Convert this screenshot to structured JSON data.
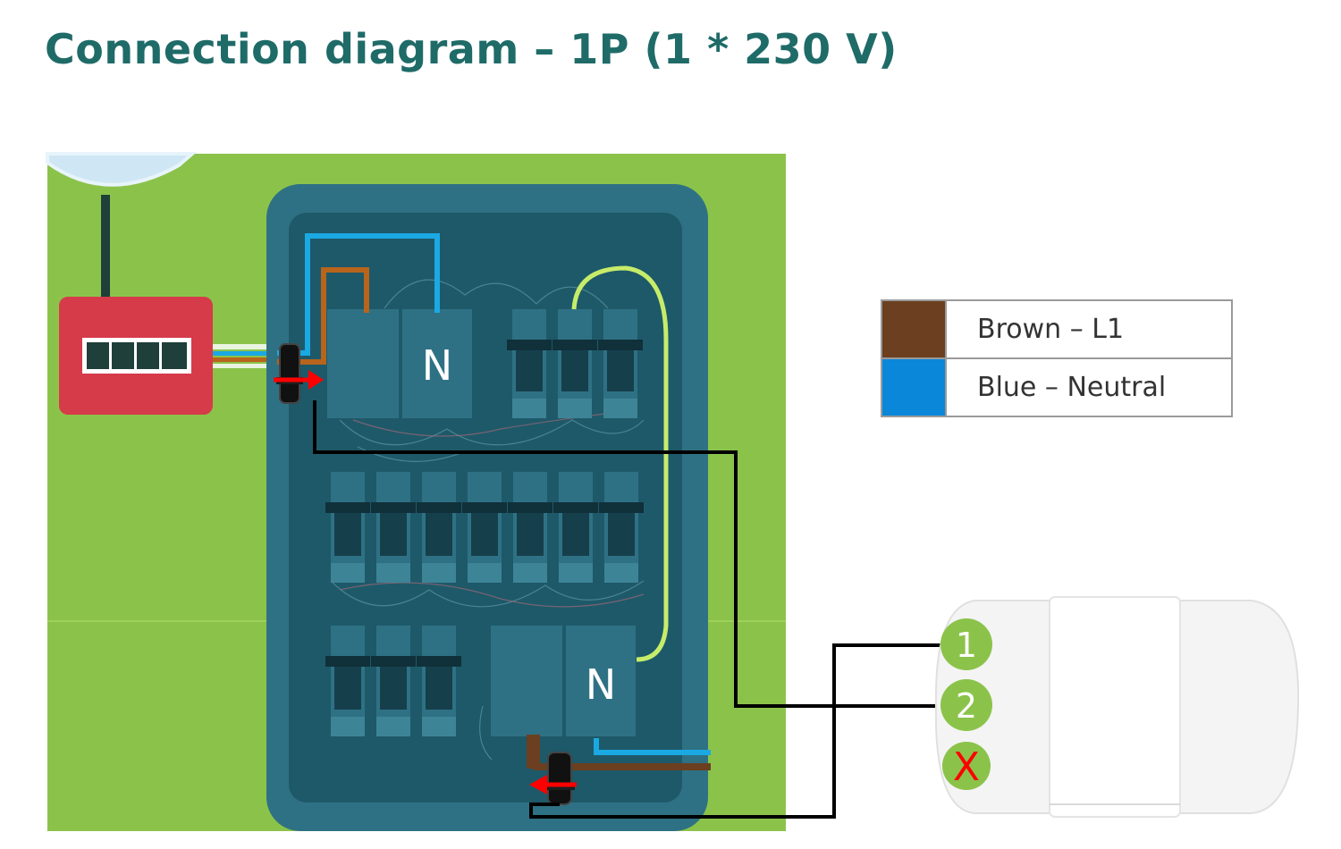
{
  "title": "Connection diagram – 1P (1 * 230 V)",
  "legend": {
    "items": [
      {
        "label": "Brown – L1",
        "color": "#6b3f1f"
      },
      {
        "label": "Blue – Neutral",
        "color": "#0a87d9"
      }
    ]
  },
  "panel": {
    "main_breaker_label": "N",
    "rcd_label": "N"
  },
  "device": {
    "terminals": [
      {
        "label": "1"
      },
      {
        "label": "2"
      },
      {
        "label": "X"
      }
    ]
  },
  "colors": {
    "grass": "#8bc34a",
    "cabinet": "#2f7184",
    "cabinet_inner": "#1e5969",
    "meter_red": "#d63b4a",
    "wire_brown": "#b8641c",
    "wire_blue": "#1ba9e3",
    "wire_green": "#c6ec6a",
    "terminal_green": "#8bc34a",
    "title": "#1f6b68",
    "arrow_red": "#ff0000"
  }
}
